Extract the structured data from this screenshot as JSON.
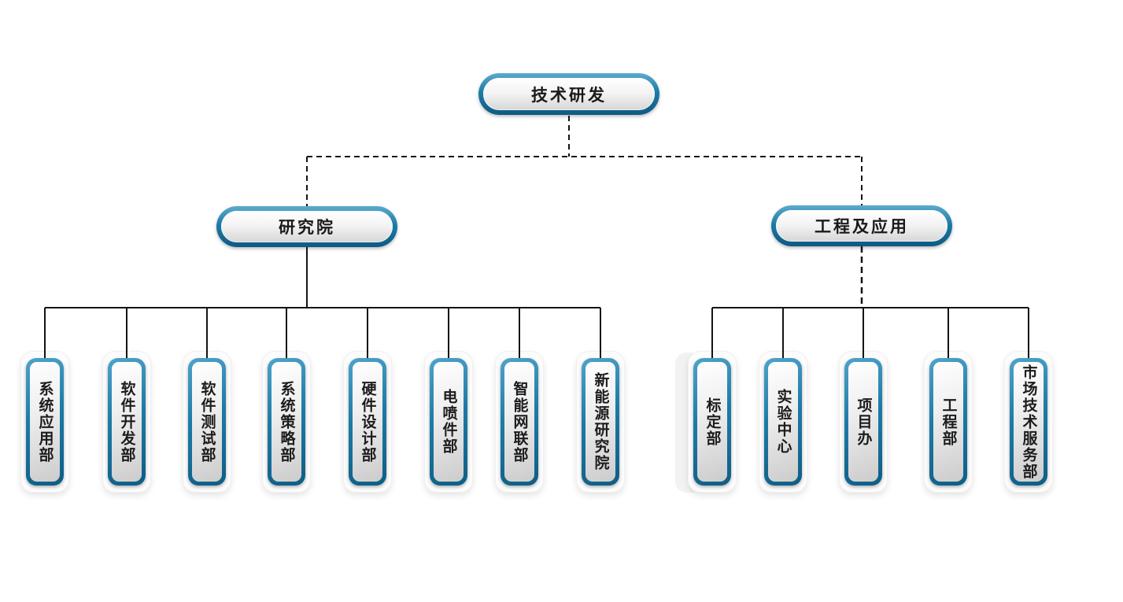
{
  "root": {
    "label": "技术研发"
  },
  "branches": [
    {
      "label": "研究院",
      "children": [
        {
          "label": "系统应用部"
        },
        {
          "label": "软件开发部"
        },
        {
          "label": "软件测试部"
        },
        {
          "label": "系统策略部"
        },
        {
          "label": "硬件设计部"
        },
        {
          "label": "电喷件部"
        },
        {
          "label": "智能网联部"
        },
        {
          "label": "新能源研究院"
        }
      ]
    },
    {
      "label": "工程及应用",
      "children": [
        {
          "label": "标定部"
        },
        {
          "label": "实验中心"
        },
        {
          "label": "项目办"
        },
        {
          "label": "工程部"
        },
        {
          "label": "市场技术服务部"
        }
      ]
    }
  ],
  "styles": {
    "accent_blue": "#1d7ba7",
    "accent_blue_dark": "#0d5a82",
    "accent_blue_light": "#4fa4c9",
    "node_fill_top": "#ffffff",
    "node_fill_bottom": "#d6d6d6",
    "line_color": "#141414",
    "text_color": "#1a1a1a",
    "background": "#ffffff"
  }
}
